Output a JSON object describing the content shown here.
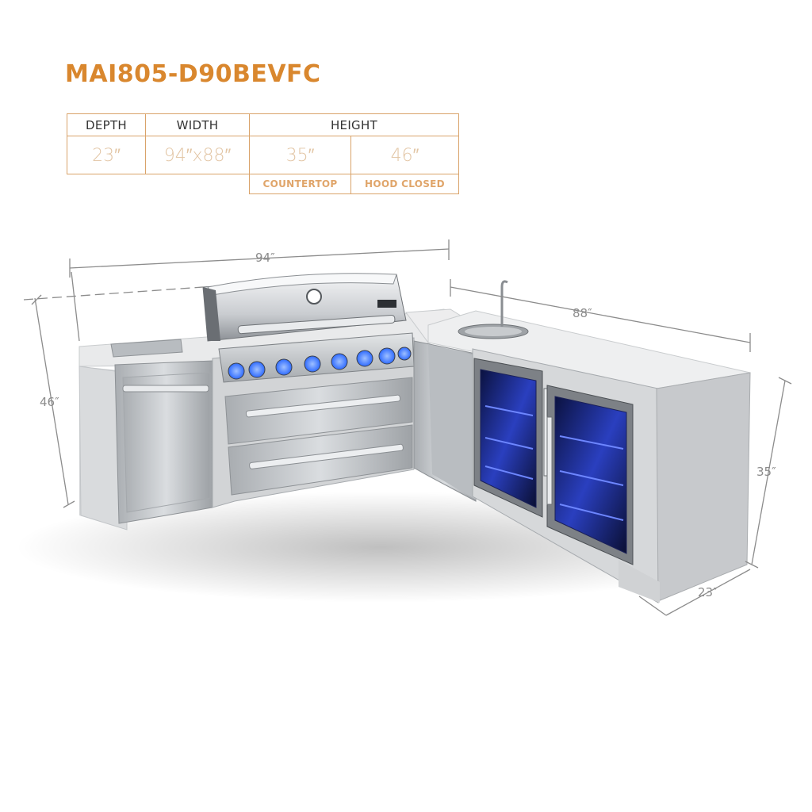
{
  "product": {
    "model": "MAI805-D90BEVFC"
  },
  "spec_table": {
    "headers": {
      "depth": "DEPTH",
      "width": "WIDTH",
      "height": "HEIGHT"
    },
    "values": {
      "depth": "23″",
      "width": "94″x88″",
      "height_countertop": "35″",
      "height_hood": "46″"
    },
    "sublabels": {
      "countertop": "COUNTERTOP",
      "hood_closed": "HOOD CLOSED"
    }
  },
  "dimensions": {
    "top_width": "94″",
    "side_width": "88″",
    "left_height": "46″",
    "right_height": "35″",
    "depth": "23″"
  },
  "colors": {
    "accent": "#d9872e",
    "dimension_line": "#8c8c8c",
    "led_blue": "#2f6bff",
    "stainless": "#c7cacd"
  }
}
